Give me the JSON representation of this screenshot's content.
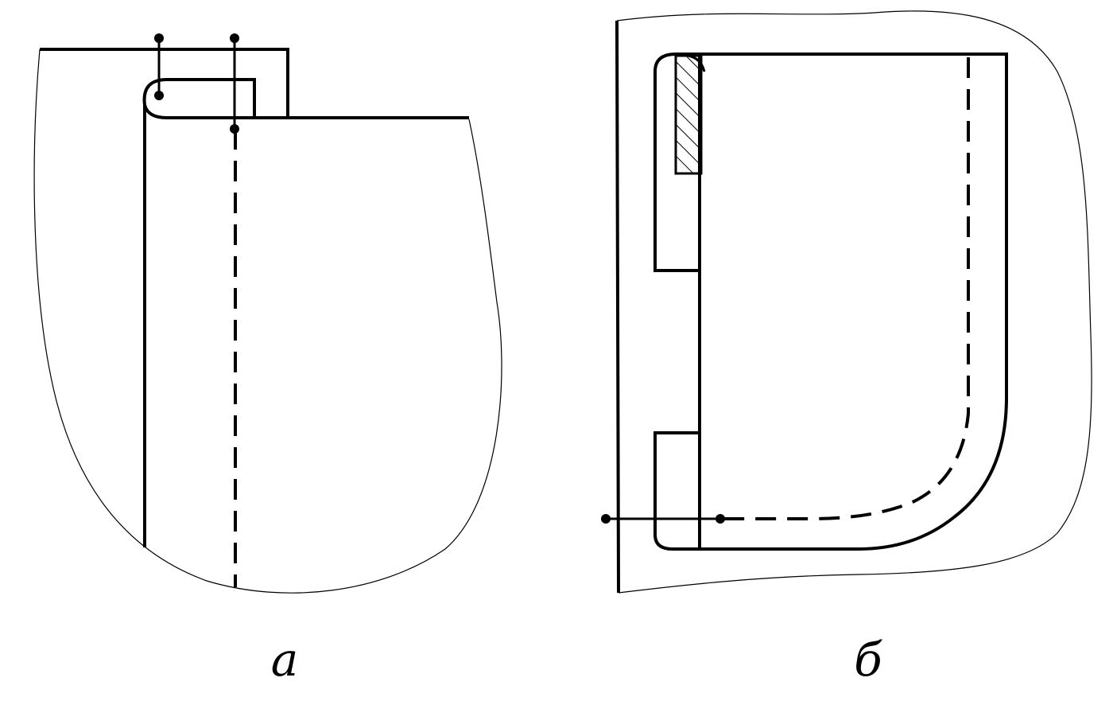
{
  "figures": [
    {
      "id": "a",
      "caption": "а"
    },
    {
      "id": "b",
      "caption": "б"
    }
  ],
  "colors": {
    "stroke": "#000000",
    "background": "#ffffff"
  }
}
